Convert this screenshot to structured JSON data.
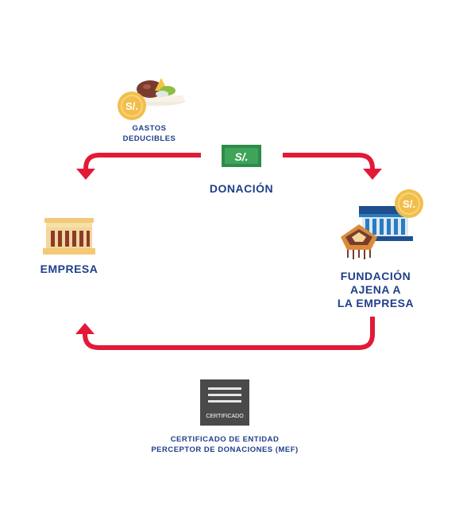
{
  "gastos": {
    "line1": "GASTOS",
    "line2": "DEDUCIBLES"
  },
  "donacion": {
    "label": "DONACIÓN",
    "bill_symbol": "S/."
  },
  "empresa": {
    "label": "EMPRESA"
  },
  "fundacion": {
    "line1": "FUNDACIÓN",
    "line2": "AJENA A",
    "line3": "LA EMPRESA"
  },
  "certificado": {
    "doc_label": "CERTIFICADO",
    "line1": "CERTIFICADO DE ENTIDAD",
    "line2": "PERCEPTOR DE DONACIONES (MEF)"
  },
  "coin_symbol": "S/.",
  "colors": {
    "arrow": "#e21a37",
    "text": "#1f3f8a",
    "bill_green": "#2e8b4a",
    "coin_gold": "#f2be4b",
    "doc_gray": "#4a4a4a",
    "building_tan": "#f3d79a",
    "building_column": "#8b3a2c",
    "museum_blue": "#2a7cc0"
  },
  "icons": [
    "coin-icon",
    "food-plate-icon",
    "money-bill-icon",
    "company-building-icon",
    "museum-building-icon",
    "poncho-icon",
    "certificate-document-icon"
  ]
}
